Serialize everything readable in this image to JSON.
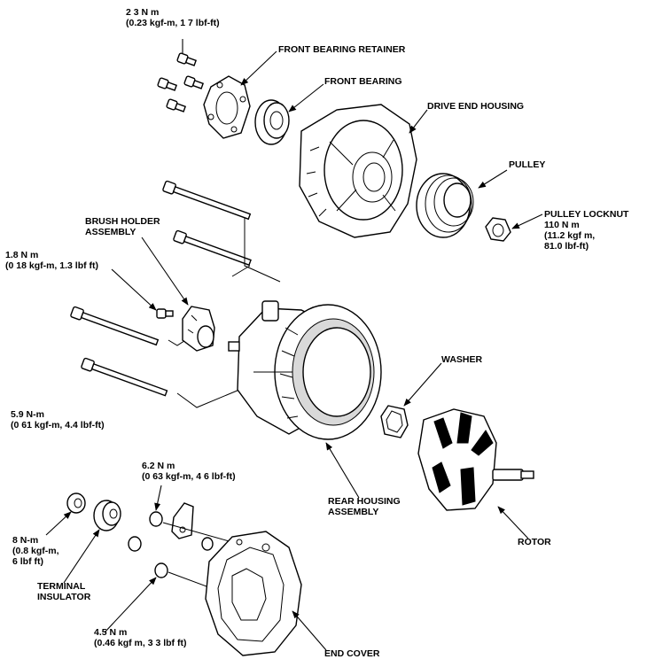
{
  "labels": {
    "torque_top": [
      "2 3 N m",
      "(0.23 kgf-m, 1 7 lbf-ft)"
    ],
    "front_bearing_retainer": "FRONT BEARING RETAINER",
    "front_bearing": "FRONT BEARING",
    "drive_end_housing": "DRIVE END HOUSING",
    "pulley": "PULLEY",
    "pulley_locknut": [
      "PULLEY LOCKNUT",
      "110 N m",
      "(11.2 kgf m,",
      "81.0 lbf-ft)"
    ],
    "brush_holder_assembly": [
      "BRUSH HOLDER",
      "ASSEMBLY"
    ],
    "torque_brush": [
      "1.8 N m",
      "(0 18 kgf-m, 1.3 lbf ft)"
    ],
    "washer": "WASHER",
    "torque_rear_bolts": [
      "5.9 N-m",
      "(0 61 kgf-m, 4.4 lbf-ft)"
    ],
    "torque_6_2": [
      "6.2 N m",
      "(0 63 kgf-m, 4 6 lbf-ft)"
    ],
    "rear_housing_assembly": [
      "REAR HOUSING",
      "ASSEMBLY"
    ],
    "rotor": "ROTOR",
    "torque_8": [
      "8 N-m",
      "(0.8 kgf-m,",
      "6 lbf ft)"
    ],
    "terminal_insulator": [
      "TERMINAL",
      "INSULATOR"
    ],
    "torque_4_5": [
      "4.5 N m",
      "(0.46 kgf m, 3 3 lbf ft)"
    ],
    "end_cover": "END COVER"
  }
}
